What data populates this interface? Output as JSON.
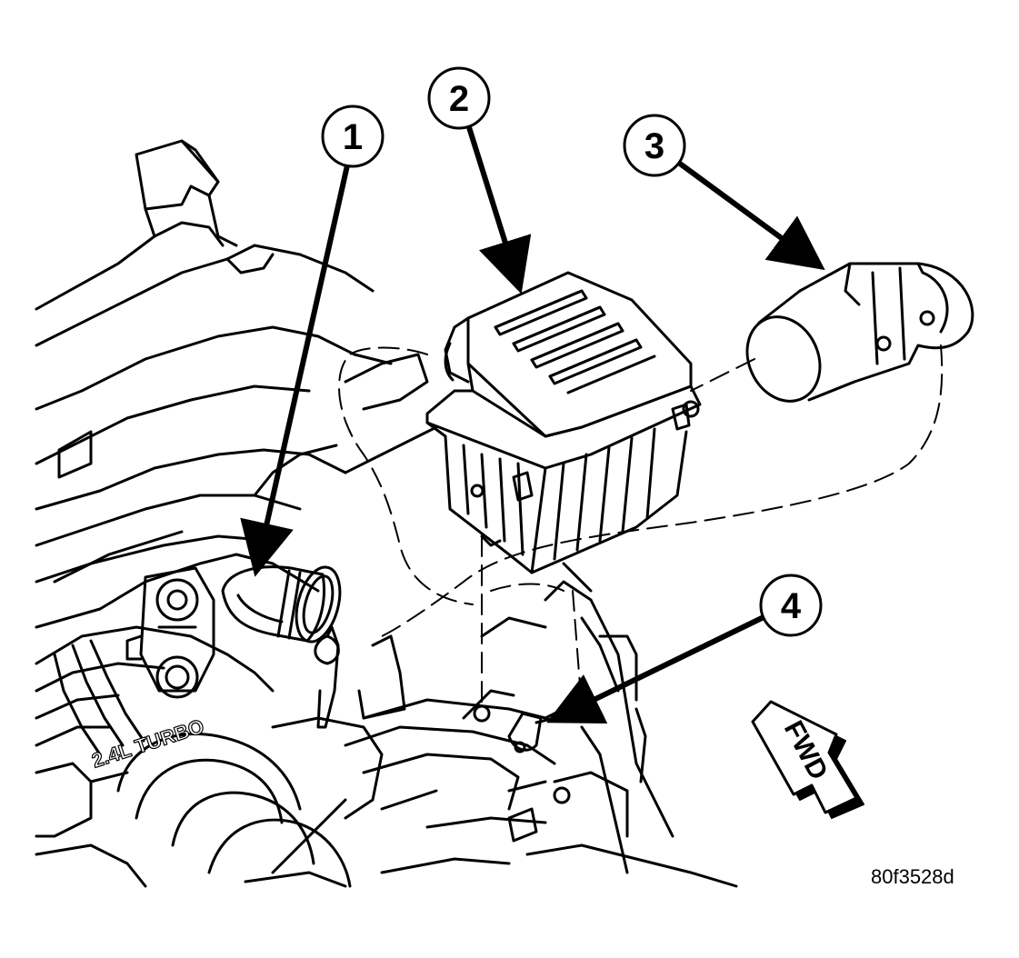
{
  "callouts": [
    "1",
    "2",
    "3",
    "4"
  ],
  "fwd_label": "FWD",
  "engine_badge": "2.4L TURBO",
  "figure_id": "80f3528d",
  "colors": {
    "ink": "#000000",
    "paper": "#ffffff"
  }
}
